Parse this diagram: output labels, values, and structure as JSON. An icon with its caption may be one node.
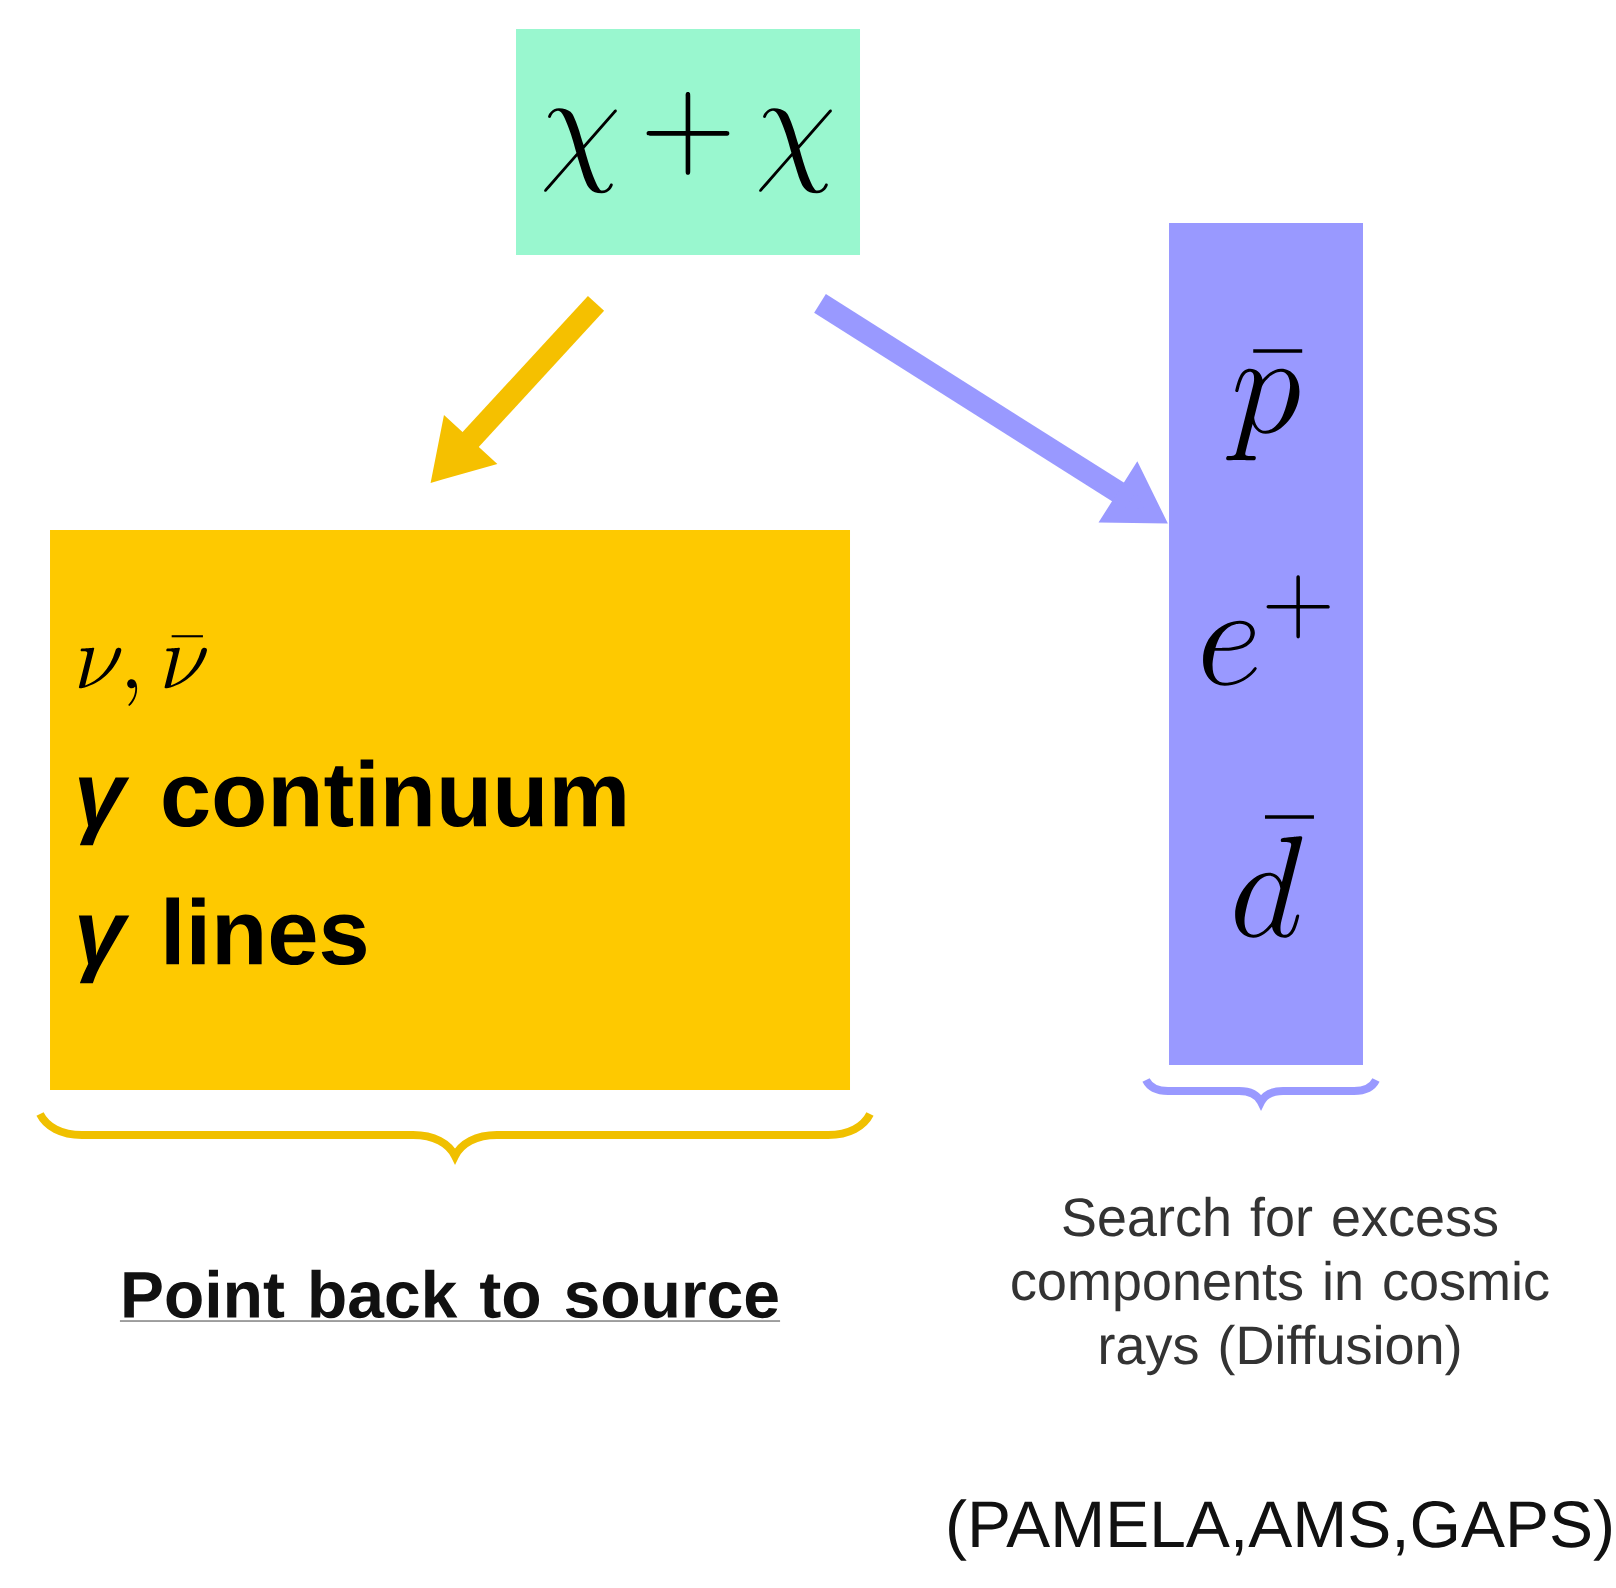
{
  "diagram": {
    "nodes": [
      {
        "text": [
          "\\chi+\\chi"
        ]
      },
      {
        "text": [
          "\\nu,\\bar{\\nu}",
          "*γ* continuum",
          "*γ* lines"
        ],
        "beside": [
          "Point back to source"
        ]
      },
      {
        "text": [
          "\\bar{p}",
          "e^{+}",
          "\\bar{d}"
        ],
        "beside": [
          "Search for excess components in cosmic rays (Diffusion)",
          "(PAMELA,AMS,GAPS)"
        ]
      }
    ],
    "edges": [
      {
        "from": 0,
        "to": 1,
        "arrow": "to",
        "color": "#f5c000"
      },
      {
        "from": 0,
        "to": 2,
        "arrow": "to",
        "color": "#9999ff"
      }
    ]
  }
}
